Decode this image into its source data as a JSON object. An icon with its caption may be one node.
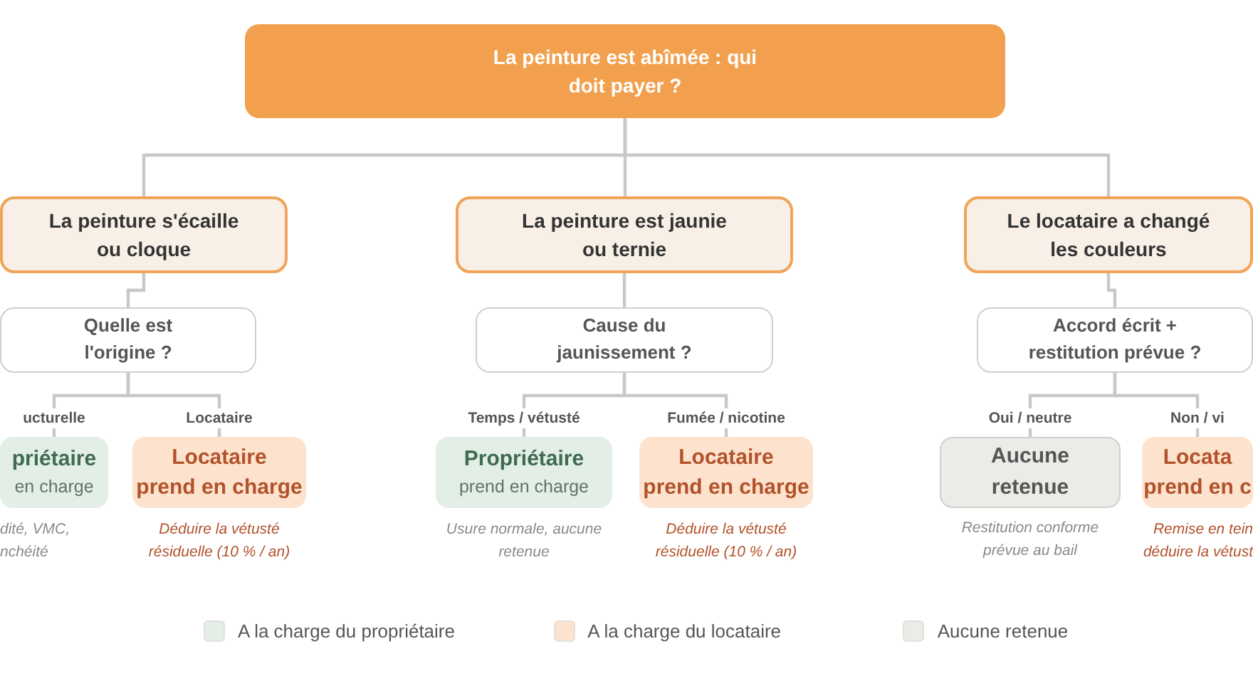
{
  "diagram": {
    "nodes": [
      {
        "text": [
          "La peinture est abîmée : qui doit payer ?"
        ]
      },
      {
        "text": [
          "La peinture s'écaille ou cloque"
        ]
      },
      {
        "text": [
          "Quelle est l'origine ?"
        ]
      },
      {
        "text": [
          "priétaire",
          "en charge"
        ],
        "beside": [
          "dité, VMC, nchéité"
        ]
      },
      {
        "text": [
          "Locataire",
          "prend en charge"
        ],
        "beside": [
          "Déduire la vétusté résiduelle (10 % / an)"
        ]
      },
      {
        "text": [
          "La peinture est jaunie ou ternie"
        ]
      },
      {
        "text": [
          "Cause du jaunissement ?"
        ]
      },
      {
        "text": [
          "Propriétaire",
          "prend en charge"
        ],
        "beside": [
          "Usure normale, aucune retenue"
        ]
      },
      {
        "text": [
          "Locataire",
          "prend en charge"
        ],
        "beside": [
          "Déduire la vétusté résiduelle (10 % / an)"
        ]
      },
      {
        "text": [
          "Le locataire a changé les couleurs"
        ]
      },
      {
        "text": [
          "Accord écrit + restitution prévue ?"
        ]
      },
      {
        "text": [
          "Aucune retenue"
        ],
        "beside": [
          "Restitution conforme prévue au bail"
        ]
      },
      {
        "text": [
          "Locata",
          "prend en c"
        ],
        "beside": [
          "Remise en tein déduire la vétust"
        ]
      }
    ],
    "edges": [
      {
        "from": 0,
        "to": 1,
        "arrow": "none"
      },
      {
        "from": 0,
        "to": 5,
        "arrow": "none"
      },
      {
        "from": 0,
        "to": 9,
        "arrow": "none"
      },
      {
        "from": 1,
        "to": 2,
        "arrow": "none"
      },
      {
        "from": 2,
        "to": 3,
        "arrow": "none",
        "label": "ucturelle"
      },
      {
        "from": 2,
        "to": 4,
        "arrow": "none",
        "label": "Locataire"
      },
      {
        "from": 5,
        "to": 6,
        "arrow": "none"
      },
      {
        "from": 6,
        "to": 7,
        "arrow": "none",
        "label": "Temps / vétusté"
      },
      {
        "from": 6,
        "to": 8,
        "arrow": "none",
        "label": "Fumée / nicotine"
      },
      {
        "from": 9,
        "to": 10,
        "arrow": "none"
      },
      {
        "from": 10,
        "to": 11,
        "arrow": "none",
        "label": "Oui / neutre"
      },
      {
        "from": 10,
        "to": 12,
        "arrow": "none",
        "label": "Non / vi"
      }
    ],
    "legend": [
      {
        "text": "A la charge du propriétaire",
        "color": "#e3eee7"
      },
      {
        "text": "A la charge du locataire",
        "color": "#fde3cd"
      },
      {
        "text": "Aucune retenue",
        "color": "#ecebe8"
      }
    ]
  }
}
